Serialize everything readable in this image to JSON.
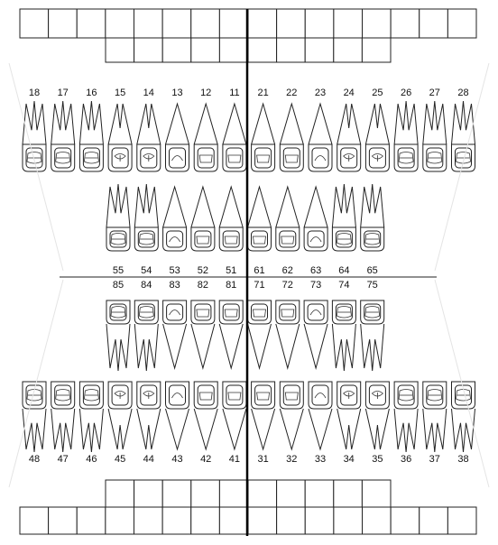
{
  "permanent_upper": [
    "18",
    "17",
    "16",
    "15",
    "14",
    "13",
    "12",
    "11",
    "21",
    "22",
    "23",
    "24",
    "25",
    "26",
    "27",
    "28"
  ],
  "primary_upper": [
    "55",
    "54",
    "53",
    "52",
    "51",
    "61",
    "62",
    "63",
    "64",
    "65"
  ],
  "primary_lower": [
    "85",
    "84",
    "83",
    "82",
    "81",
    "71",
    "72",
    "73",
    "74",
    "75"
  ],
  "permanent_lower": [
    "48",
    "47",
    "46",
    "45",
    "44",
    "43",
    "42",
    "41",
    "31",
    "32",
    "33",
    "34",
    "35",
    "36",
    "37",
    "38"
  ]
}
